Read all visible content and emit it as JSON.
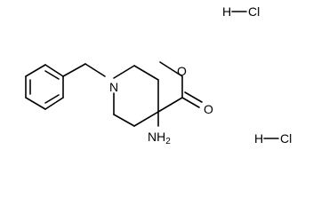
{
  "molecule": {
    "labels": {
      "ring_nitrogen": "N",
      "ester_oxygen": "O",
      "carbonyl_oxygen": "O",
      "amine": "NH",
      "amine_subscript": "2",
      "salt_h_1": "H",
      "salt_cl_1": "Cl",
      "salt_h_2": "H",
      "salt_cl_2": "Cl"
    }
  }
}
